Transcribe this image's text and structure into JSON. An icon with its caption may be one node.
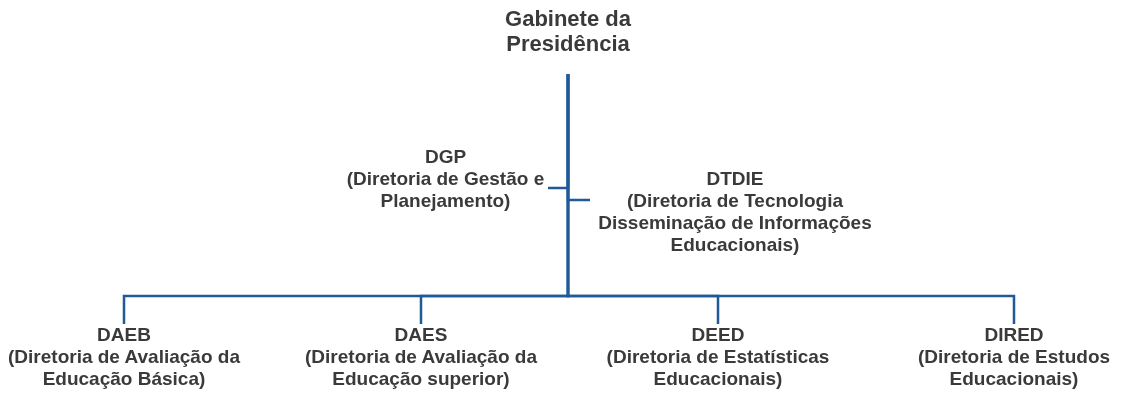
{
  "diagram": {
    "nodes": [
      {
        "text": [
          "Gabinete da Presidência"
        ]
      },
      {
        "text": [
          "DGP",
          "(Diretoria de Gestão e Planejamento)"
        ]
      },
      {
        "text": [
          "DTDIE",
          "(Diretoria de Tecnologia Disseminação de Informações Educacionais)"
        ]
      },
      {
        "text": [
          "DAEB",
          "(Diretoria de Avaliação da Educação Básica)"
        ]
      },
      {
        "text": [
          "DAES",
          "(Diretoria de Avaliação da Educação superior)"
        ]
      },
      {
        "text": [
          "DEED",
          "(Diretoria de Estatísticas Educacionais)"
        ]
      },
      {
        "text": [
          "DIRED",
          "(Diretoria de Estudos Educacionais)"
        ]
      }
    ],
    "edges": [
      {
        "from": 0,
        "to": 1,
        "arrow": "none"
      },
      {
        "from": 0,
        "to": 2,
        "arrow": "none"
      },
      {
        "from": 0,
        "to": 3,
        "arrow": "none"
      },
      {
        "from": 0,
        "to": 4,
        "arrow": "none"
      },
      {
        "from": 0,
        "to": 5,
        "arrow": "none"
      },
      {
        "from": 0,
        "to": 6,
        "arrow": "none"
      }
    ]
  }
}
